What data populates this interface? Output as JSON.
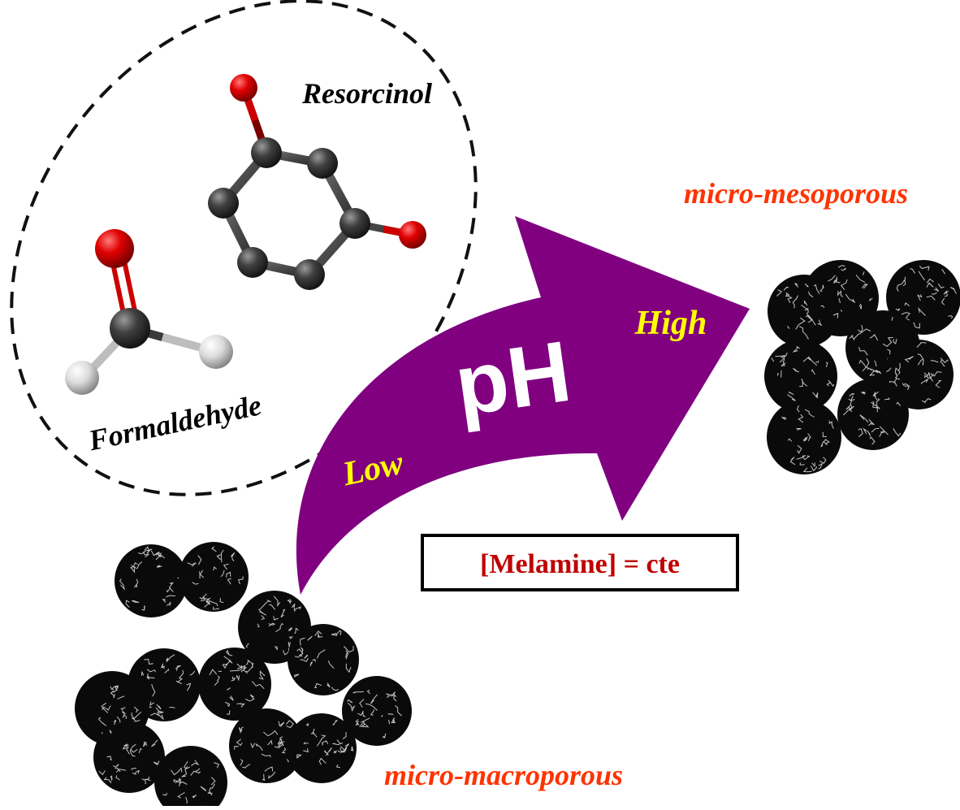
{
  "labels": {
    "resorcinol": "Resorcinol",
    "formaldehyde": "Formaldehyde",
    "ph": "pH",
    "low": "Low",
    "high": "High",
    "melamine": "[Melamine] = cte",
    "micro_mesoporous": "micro-mesoporous",
    "micro_macroporous": "micro-macroporous"
  },
  "colors": {
    "arrow": "#800080",
    "arrow_text": "#ffffff",
    "ph_level_text": "#ffff00",
    "porosity_text": "#ff3300",
    "melamine_text": "#c00000",
    "oxygen": "#dd0000",
    "carbon": "#404040",
    "hydrogen": "#d8d8d8",
    "particle": "#0a0a0a",
    "pore": "#e6e6e6"
  },
  "icons": {
    "resorcinol": "resorcinol-molecule-icon",
    "formaldehyde": "formaldehyde-molecule-icon",
    "particles": "porous-particle-cluster-icon"
  }
}
